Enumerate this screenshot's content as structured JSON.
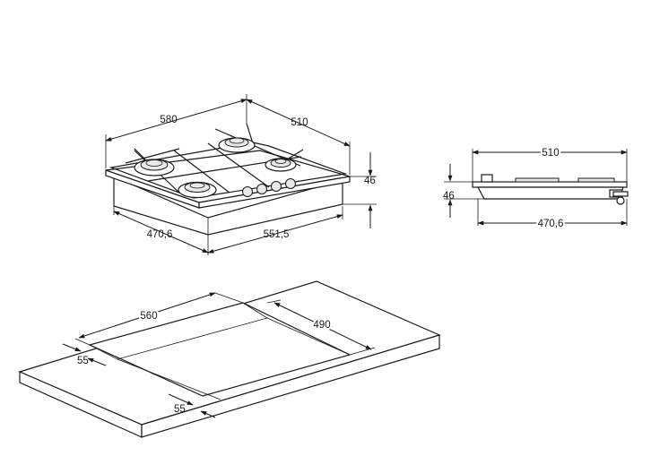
{
  "hob_top_view": {
    "width_label": "580",
    "depth_label": "510",
    "height_label": "46",
    "cutout_depth_label": "470,6",
    "cutout_width_label": "551,5"
  },
  "hob_side_view": {
    "depth_label": "510",
    "height_label": "46",
    "base_depth_label": "470,6"
  },
  "worktop_cutout": {
    "width_label": "560",
    "depth_label": "490",
    "front_margin_label": "55",
    "side_margin_label": "55"
  }
}
